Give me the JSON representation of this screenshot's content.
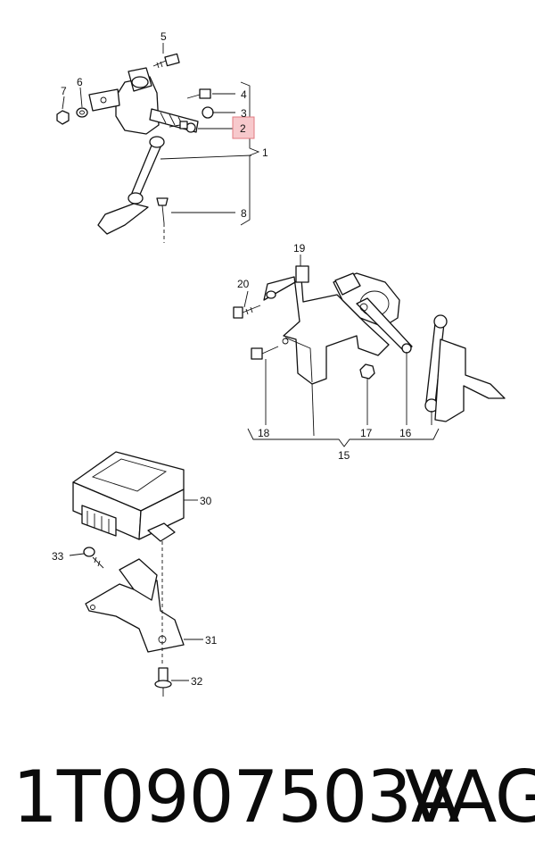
{
  "callouts": {
    "c1": "1",
    "c2": "2",
    "c3": "3",
    "c4": "4",
    "c5": "5",
    "c6": "6",
    "c7": "7",
    "c8": "8",
    "c15": "15",
    "c16": "16",
    "c17": "17",
    "c18": "18",
    "c19": "19",
    "c20": "20",
    "c30": "30",
    "c31": "31",
    "c32": "32",
    "c33": "33"
  },
  "highlighted_callout": "2",
  "caption": {
    "part_number": "1T0907503A",
    "brand": "VAG"
  },
  "colors": {
    "highlight_fill": "#f7c9cc",
    "highlight_stroke": "#e07a80",
    "line": "#111111"
  }
}
